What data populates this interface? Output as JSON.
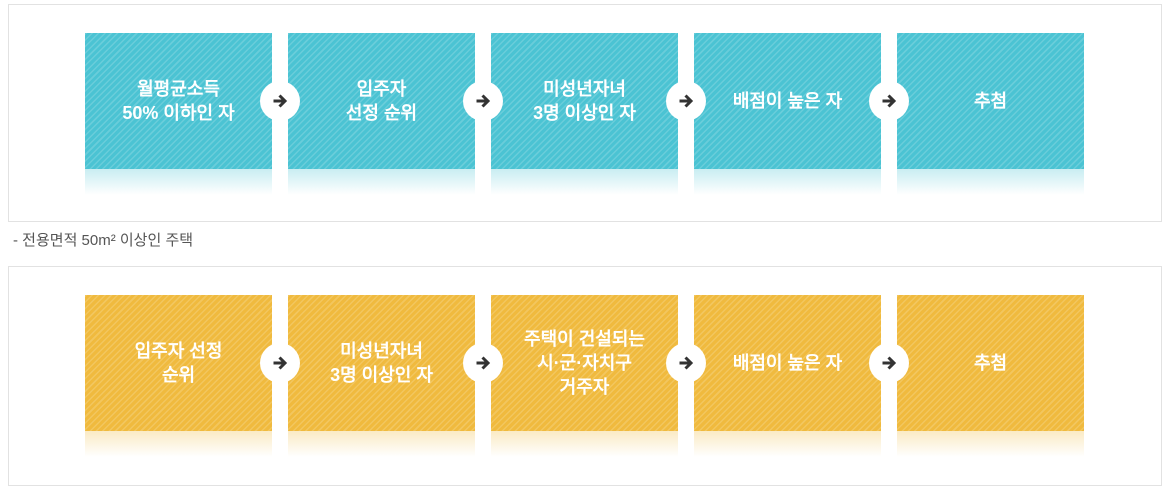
{
  "colors": {
    "teal_box": "#4bc3d3",
    "yellow_box": "#f0ba3e",
    "panel_border": "#e2e2e2",
    "arrow": "#333333",
    "note_text": "#555555",
    "step_text": "#ffffff"
  },
  "top_flow": {
    "steps": [
      {
        "lines": [
          "월평균소득",
          "50% 이하인 자"
        ]
      },
      {
        "lines": [
          "입주자",
          "선정 순위"
        ]
      },
      {
        "lines": [
          "미성년자녀",
          "3명 이상인 자"
        ]
      },
      {
        "lines": [
          "배점이 높은 자"
        ]
      },
      {
        "lines": [
          "추첨"
        ]
      }
    ]
  },
  "note": {
    "text": "- 전용면적 50m² 이상인 주택"
  },
  "bottom_flow": {
    "steps": [
      {
        "lines": [
          "입주자 선정",
          "순위"
        ]
      },
      {
        "lines": [
          "미성년자녀",
          "3명 이상인 자"
        ]
      },
      {
        "lines": [
          "주택이 건설되는",
          "시·군·자치구",
          "거주자"
        ]
      },
      {
        "lines": [
          "배점이 높은 자"
        ]
      },
      {
        "lines": [
          "추첨"
        ]
      }
    ]
  }
}
